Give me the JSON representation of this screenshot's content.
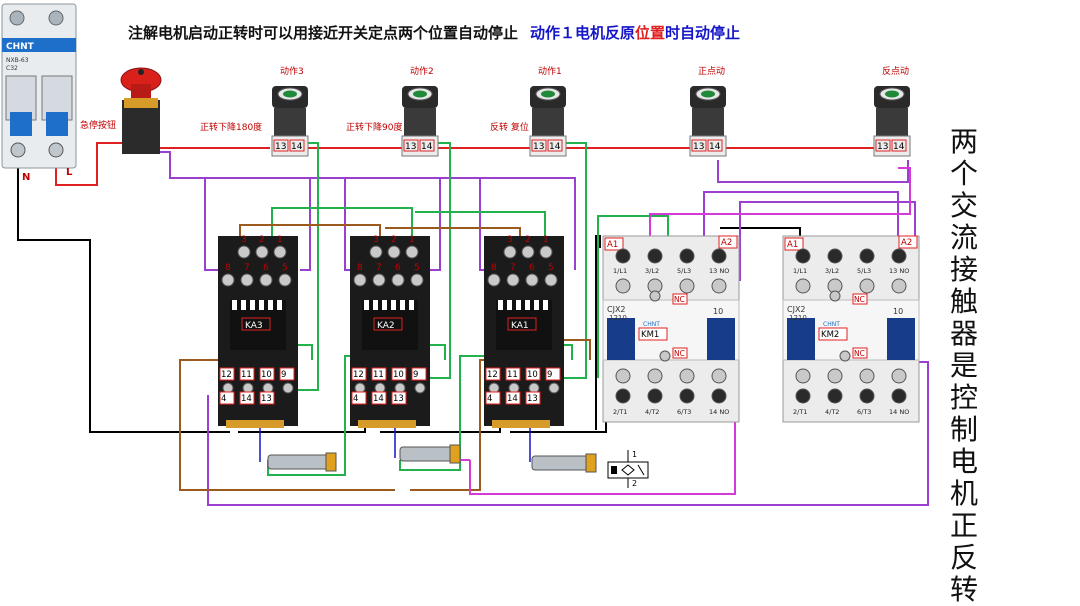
{
  "title_black": "注解电机启动正转时可以用接近开关定点两个位置自动停止",
  "title_blue_1": "动作１电机反原",
  "title_red": "位置",
  "title_blue_2": "时自动停止",
  "vertical_note": "两个交流接触器是控制电机正反转",
  "breaker": {
    "brand": "CHNT",
    "model": "NXB-63",
    "rating": "C32",
    "n_label": "N",
    "l_label": "L"
  },
  "estop_label": "急停按钮",
  "buttons": [
    {
      "top": "动作3",
      "side": "正转下降180度",
      "t1": "13",
      "t2": "14"
    },
    {
      "top": "动作2",
      "side": "正转下降90度",
      "t1": "13",
      "t2": "14"
    },
    {
      "top": "动作1",
      "side": "反转 复位",
      "t1": "13",
      "t2": "14"
    },
    {
      "top": "正点动",
      "side": "",
      "t1": "13",
      "t2": "14"
    },
    {
      "top": "反点动",
      "side": "",
      "t1": "13",
      "t2": "14"
    }
  ],
  "relay_top_terms": [
    "3",
    "2",
    "1",
    "8",
    "7",
    "6",
    "5"
  ],
  "relay_bot_terms": [
    "12",
    "11",
    "10",
    "9",
    "4",
    "14",
    "13"
  ],
  "relays": [
    {
      "name": "KA3"
    },
    {
      "name": "KA2"
    },
    {
      "name": "KA1"
    }
  ],
  "contactors": [
    {
      "name": "KM1",
      "model": "CJX2",
      "code": "1210",
      "brand": "CHNT",
      "a1": "A1",
      "a2": "A2",
      "nc_top": "NC",
      "nc_bot": "NC",
      "top_terms": [
        "1/L1",
        "3/L2",
        "5/L3",
        "13 NO"
      ],
      "bot_terms": [
        "2/T1",
        "4/T2",
        "6/T3",
        "14 NO"
      ],
      "aux": "10"
    },
    {
      "name": "KM2",
      "model": "CJX2",
      "code": "1210",
      "brand": "CHNT",
      "a1": "A1",
      "a2": "A2",
      "nc_top": "NC",
      "nc_bot": "NC",
      "top_terms": [
        "1/L1",
        "3/L2",
        "5/L3",
        "13 NO"
      ],
      "bot_terms": [
        "2/T1",
        "4/T2",
        "6/T3",
        "14 NO"
      ],
      "aux": "10"
    }
  ],
  "sensor_symbol": {
    "t1": "1",
    "t2": "2"
  },
  "colors": {
    "red": "#e02020",
    "purple": "#9b3fd0",
    "green": "#22b14c",
    "brown": "#9c5a1e",
    "black": "#000000",
    "blue": "#1515c8",
    "magenta": "#d63ad6"
  }
}
